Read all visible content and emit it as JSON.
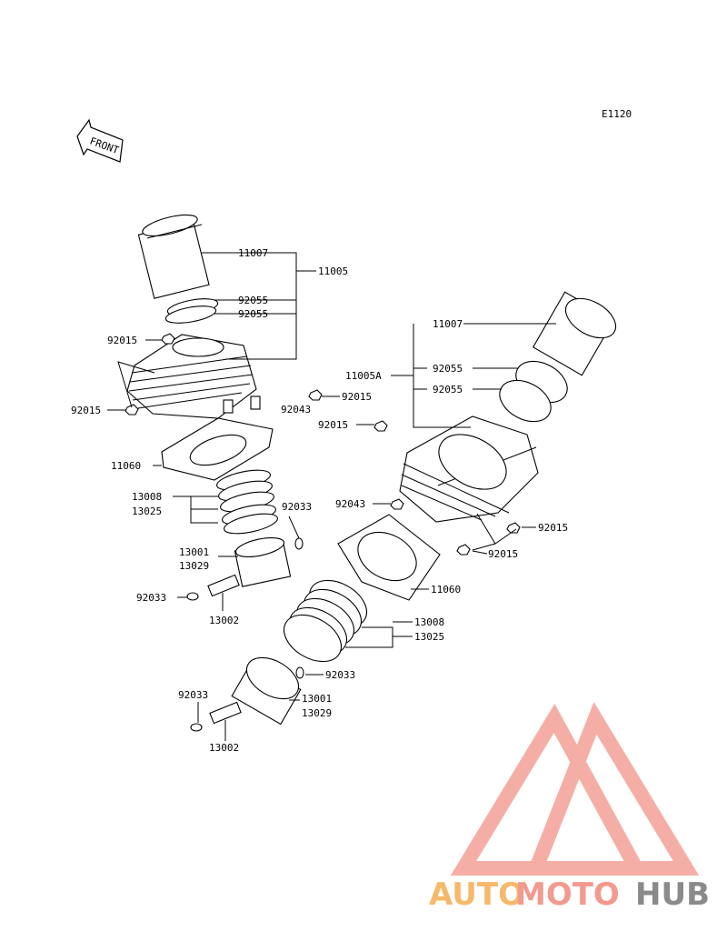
{
  "diagram_code": "E1120",
  "front_label": "FRONT",
  "watermark": {
    "part1": "AUTO",
    "part2": "MOTO",
    "part3": "HUB",
    "color1": "#f6b96b",
    "color2": "#f39a8f",
    "color3": "#8a8a8a"
  },
  "labels": {
    "r_11007": "11007",
    "r_11005": "11005",
    "r_92055a": "92055",
    "r_92055b": "92055",
    "r_92015a": "92015",
    "r_92015b": "92015",
    "r_92015c": "92015",
    "r_92043": "92043",
    "r_11060": "11060",
    "r_13008": "13008",
    "r_13025": "13025",
    "r_92033a": "92033",
    "r_13001": "13001",
    "r_13029": "13029",
    "r_92033b": "92033",
    "r_13002": "13002",
    "f_11007": "11007",
    "f_11005A": "11005A",
    "f_92055a": "92055",
    "f_92055b": "92055",
    "f_92015a": "92015",
    "f_92043": "92043",
    "f_92015b": "92015",
    "f_92015c": "92015",
    "f_11060": "11060",
    "f_13008": "13008",
    "f_13025": "13025",
    "f_92033a": "92033",
    "f_92033b": "92033",
    "f_13001": "13001",
    "f_13029": "13029",
    "f_13002": "13002"
  }
}
